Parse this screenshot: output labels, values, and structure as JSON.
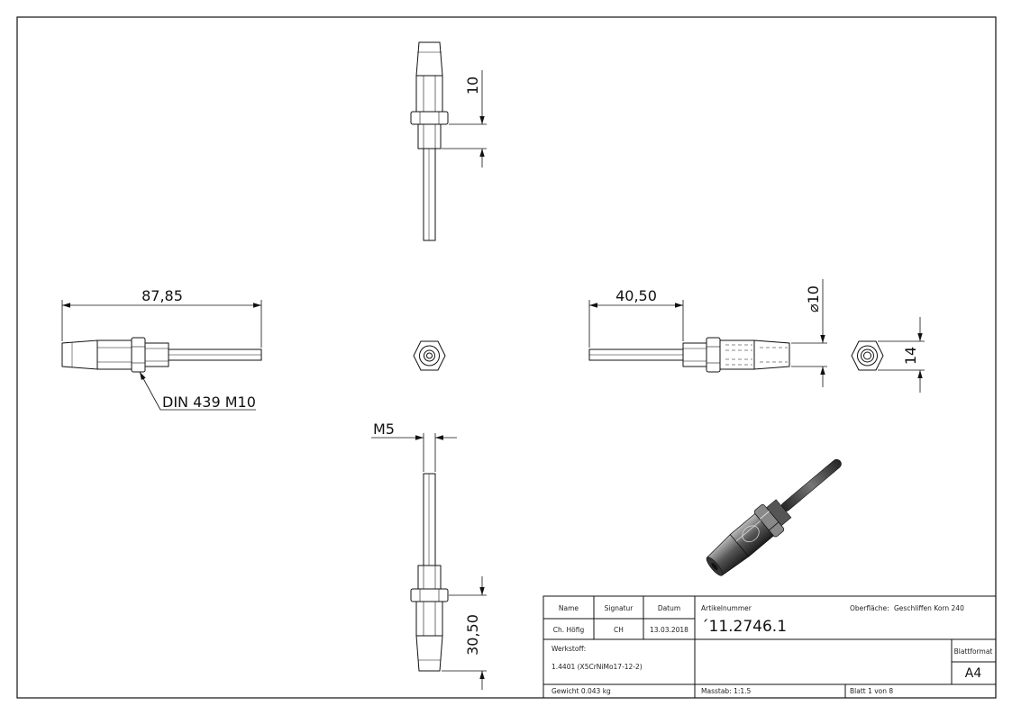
{
  "dimensions": {
    "top_height": "10",
    "overall_length": "87,85",
    "thread_length": "40,50",
    "diameter": "⌀10",
    "hex_width": "14",
    "rod_thread": "M5",
    "bottom_height": "30,50"
  },
  "callouts": {
    "nut": "DIN 439 M10"
  },
  "title_block": {
    "name_label": "Name",
    "signature_label": "Signatur",
    "date_label": "Datum",
    "name_value": "Ch. Höfig",
    "signature_value": "CH",
    "date_value": "13.03.2018",
    "article_label": "Artikelnummer",
    "article_value": "´11.2746.1",
    "surface_label": "Oberfläche:",
    "surface_value": "Geschliffen Korn 240",
    "material_label": "Werkstoff:",
    "material_value": "1.4401 (X5CrNiMo17-12-2)",
    "format_label": "Blattformat",
    "format_value": "A4",
    "weight": "Gewicht 0.043 kg",
    "scale": "Masstab: 1:1.5",
    "sheet": "Blatt 1 von 8"
  },
  "colors": {
    "line": "#111111",
    "render_dark": "#2b2b2b",
    "render_mid": "#6a6a6a",
    "render_light": "#bdbdbd"
  }
}
